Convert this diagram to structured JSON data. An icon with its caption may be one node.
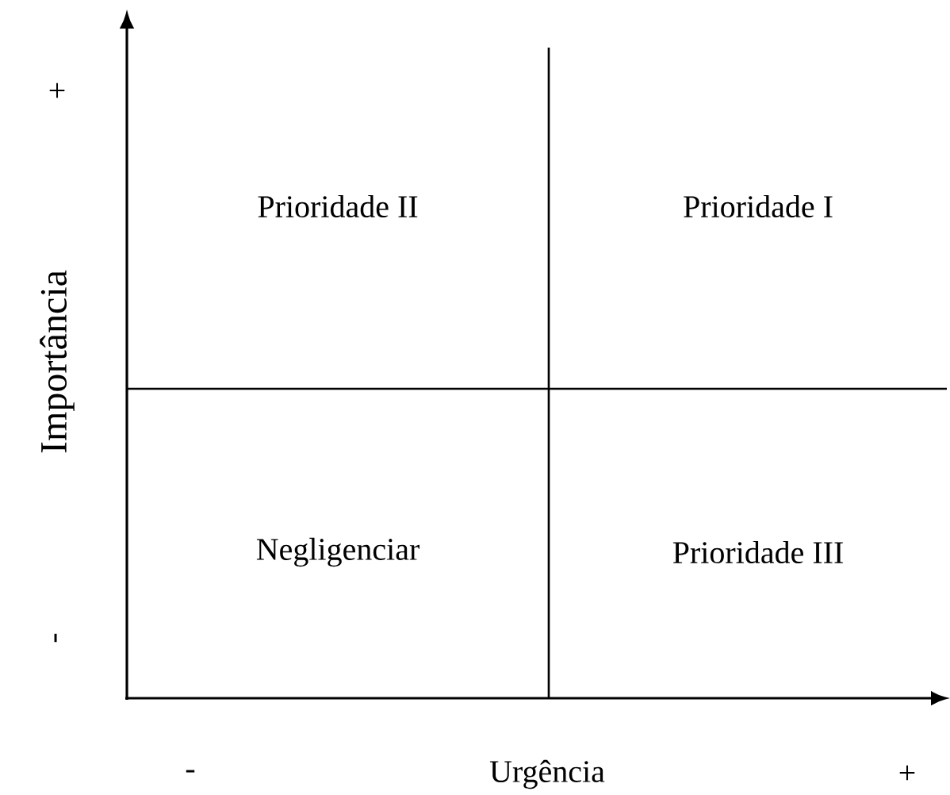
{
  "diagram": {
    "labels": [
      "+",
      "Prioridade II",
      "Prioridade I",
      "Importância",
      "Negligenciar",
      "Prioridade III",
      "-",
      "-",
      "Urgência",
      "+"
    ]
  }
}
